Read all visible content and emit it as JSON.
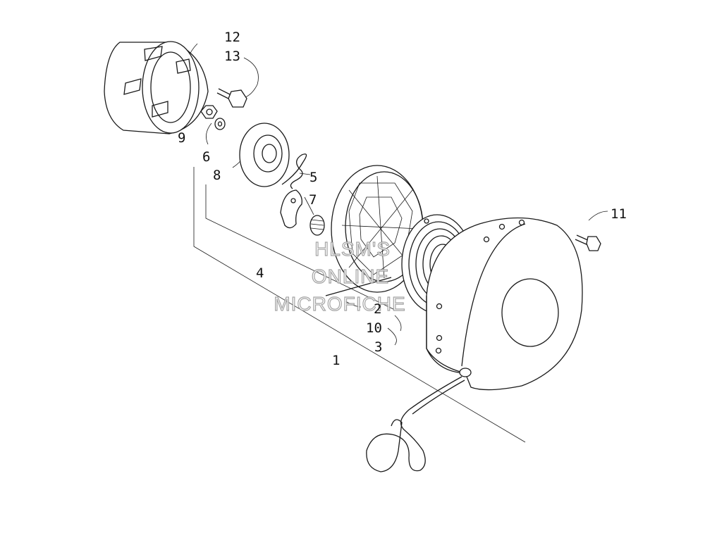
{
  "callouts": [
    {
      "id": "1",
      "text": "1"
    },
    {
      "id": "2",
      "text": "2"
    },
    {
      "id": "3",
      "text": "3"
    },
    {
      "id": "4",
      "text": "4"
    },
    {
      "id": "5",
      "text": "5"
    },
    {
      "id": "6",
      "text": "6"
    },
    {
      "id": "7",
      "text": "7"
    },
    {
      "id": "8",
      "text": "8"
    },
    {
      "id": "9",
      "text": "9"
    },
    {
      "id": "10",
      "text": "10"
    },
    {
      "id": "11",
      "text": "11"
    },
    {
      "id": "12",
      "text": "12"
    },
    {
      "id": "13",
      "text": "13"
    }
  ],
  "watermark": {
    "line1": "HLSM'S",
    "line2": "ONLINE",
    "line3": "MICROFICHE"
  }
}
